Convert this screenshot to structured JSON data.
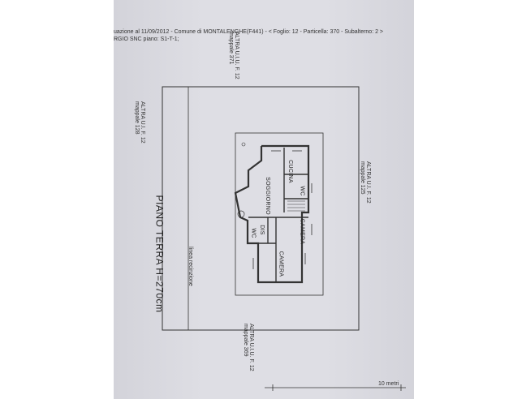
{
  "header": {
    "line1": "uazione al 11/09/2012 - Comune di MONTALENGHE(F441) - < Foglio: 12 - Particella: 370 - Subalterno: 2 >",
    "line2": "RGIO SNC piano: S1-T-1;"
  },
  "neighbors": {
    "top": "ALTRA U.I.U. F. 12 mappale 371",
    "left": "ALTRA U.I. F. 12 mappale 128",
    "right": "ALTRA U.I. F. 12 mappale 125",
    "bottom": "ALTRA U.I.U. F. 12 mappale 369"
  },
  "rooms": {
    "cucina": "CUCINA",
    "wc1": "WC",
    "soggiorno": "SOGGIORNO",
    "camera1": "CAMERA",
    "dis": "DIS",
    "wc2": "WC",
    "camera2": "CAMERA"
  },
  "boundary_label": "linea recinzione",
  "floor_title": "PIANO TERRA  H=270cm",
  "scale_label": "10 metri",
  "colors": {
    "paper": "#dedee4",
    "line": "#333333"
  }
}
